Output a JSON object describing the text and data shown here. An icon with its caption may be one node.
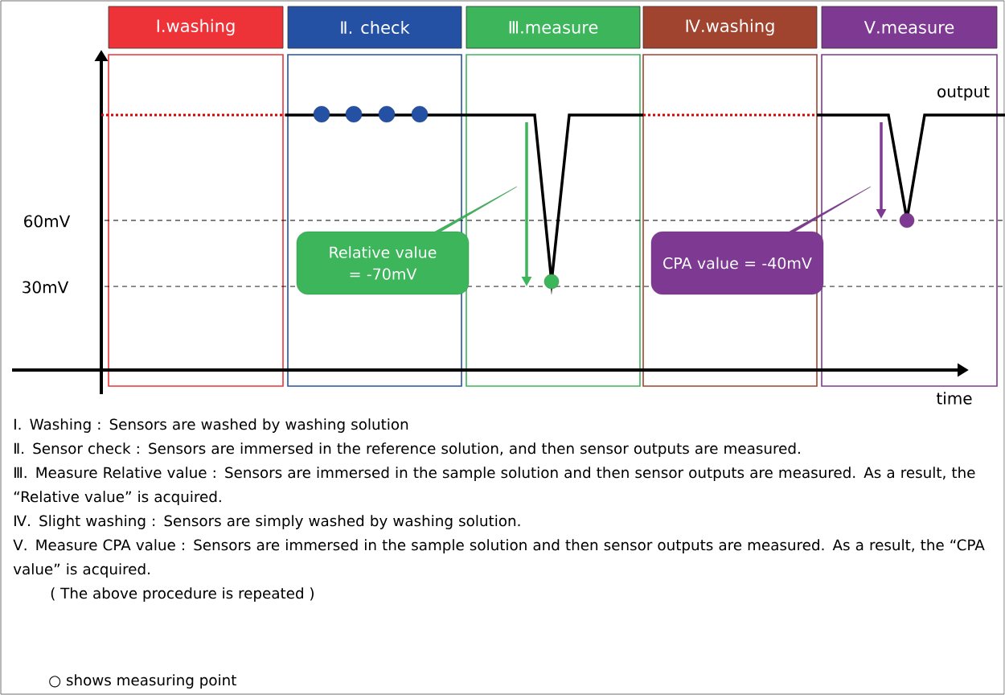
{
  "diagram": {
    "nodes": [
      {
        "text": [
          "Ⅰ.washing"
        ]
      },
      {
        "text": [
          "Ⅱ. check"
        ]
      },
      {
        "text": [
          "Ⅲ.measure"
        ]
      },
      {
        "text": [
          "Ⅳ.washing"
        ]
      },
      {
        "text": [
          "Ⅴ.measure"
        ]
      },
      {
        "text": [
          "Relative value = -70mV"
        ]
      },
      {
        "text": [
          "CPA value = -40mV"
        ]
      }
    ],
    "labels": [
      "output",
      "60mV",
      "30mV",
      "time",
      "Ⅰ. Washing : Sensors are washed by washing solution",
      "Ⅱ. Sensor check : Sensors are immersed in the reference solution, and then sensor outputs are measured.",
      "Ⅲ. Measure Relative value : Sensors are immersed in the sample solution and then sensor outputs are measured. As a result, the “Relative value” is acquired.",
      "Ⅳ. Slight washing : Sensors are simply washed by washing solution.",
      "Ⅴ. Measure CPA value : Sensors are immersed in the sample solution and then sensor outputs are measured. As a result, the “CPA value” is acquired.",
      "( The above procedure is repeated )",
      "○ shows  measuring point"
    ]
  }
}
